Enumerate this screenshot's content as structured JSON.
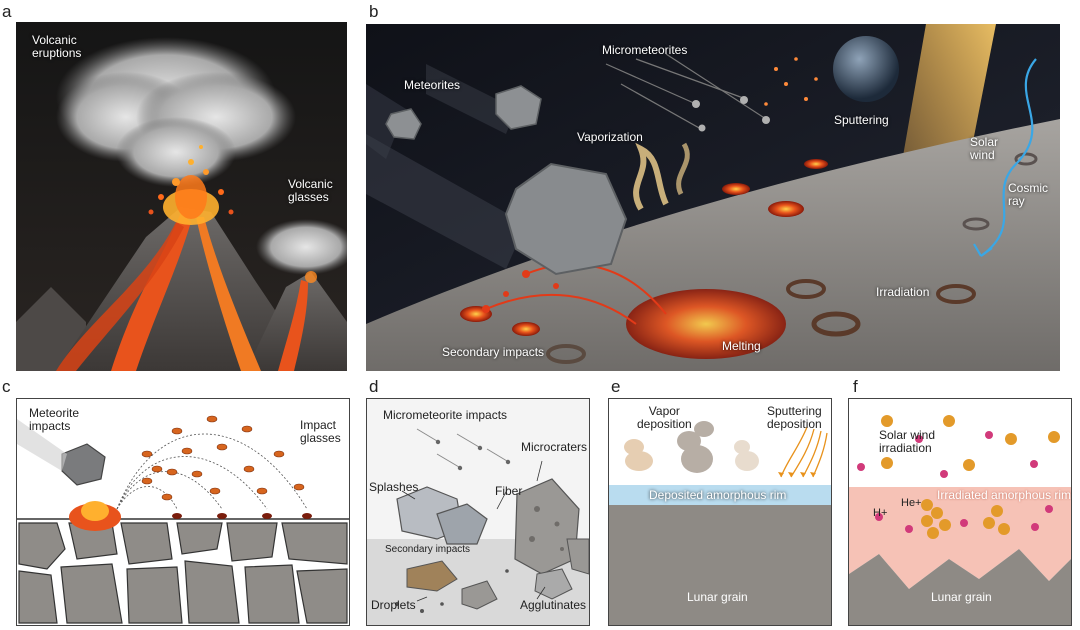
{
  "panels": {
    "a": {
      "letter": "a",
      "labels": {
        "eruptions": "Volcanic\neruptions",
        "glasses": "Volcanic\nglasses"
      }
    },
    "b": {
      "letter": "b",
      "labels": {
        "meteorites": "Meteorites",
        "micrometeorites": "Micrometeorites",
        "vaporization": "Vaporization",
        "sputtering": "Sputtering",
        "solar_wind": "Solar\nwind",
        "cosmic_ray": "Cosmic\nray",
        "irradiation": "Irradiation",
        "secondary_impacts": "Secondary impacts",
        "melting": "Melting"
      }
    },
    "c": {
      "letter": "c",
      "labels": {
        "meteorite_impacts": "Meteorite\nimpacts",
        "impact_glasses": "Impact\nglasses"
      }
    },
    "d": {
      "letter": "d",
      "labels": {
        "micrometeorite_impacts": "Micrometeorite impacts",
        "microcraters": "Microcraters",
        "splashes": "Splashes",
        "fiber": "Fiber",
        "secondary_impacts": "Secondary impacts",
        "droplets": "Droplets",
        "agglutinates": "Agglutinates"
      }
    },
    "e": {
      "letter": "e",
      "labels": {
        "vapor_deposition": "Vapor\ndeposition",
        "sputtering_deposition": "Sputtering\ndeposition",
        "rim": "Deposited amorphous rim",
        "grain": "Lunar grain"
      }
    },
    "f": {
      "letter": "f",
      "labels": {
        "solar_wind_irradiation": "Solar wind\nirradiation",
        "rim": "Irradiated amorphous rim",
        "grain": "Lunar grain",
        "he_ion": "He",
        "he_plus": "He+",
        "h_plus": "H+"
      }
    }
  },
  "colors": {
    "lava": "#e8531c",
    "space": "#1c1f29",
    "deposited_rim": "#b9dcef",
    "irradiated_rim": "#f6c2b6",
    "lunar_grain": "#8e8a85",
    "ion_he": "#e39a2a",
    "ion_h": "#d13a7a"
  }
}
